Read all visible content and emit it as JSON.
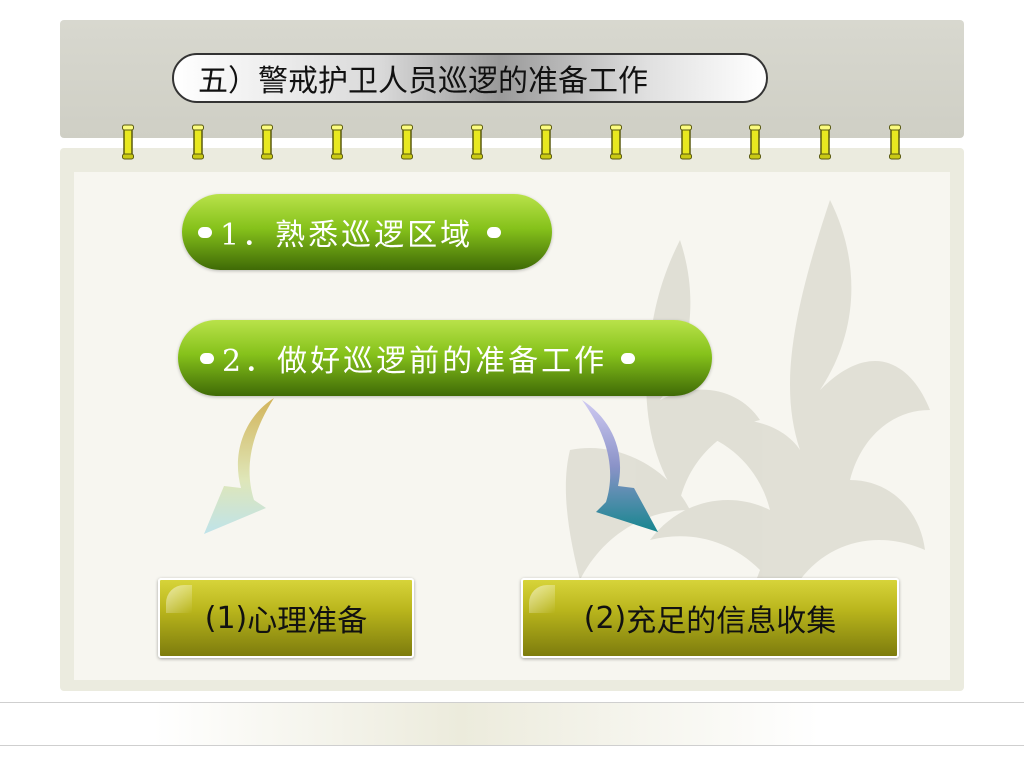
{
  "title": "五）警戒护卫人员巡逻的准备工作",
  "items": [
    {
      "label": "1．熟悉巡逻区域"
    },
    {
      "label": "2．做好巡逻前的准备工作"
    }
  ],
  "sub_items": [
    {
      "num": "(1)",
      "label": "心理准备"
    },
    {
      "num": "(2)",
      "label": "充足的信息收集"
    }
  ],
  "colors": {
    "header_band": "#d4d4ca",
    "green_pill": "#86c21b",
    "olive_box": "#b9b51c",
    "ring": "#e8e820",
    "arrow_left": "#d9c47a",
    "arrow_right": "#b7b2e8"
  },
  "icons": [
    "binder-ring-icon",
    "bullet-dot-icon",
    "curved-arrow-icon"
  ]
}
